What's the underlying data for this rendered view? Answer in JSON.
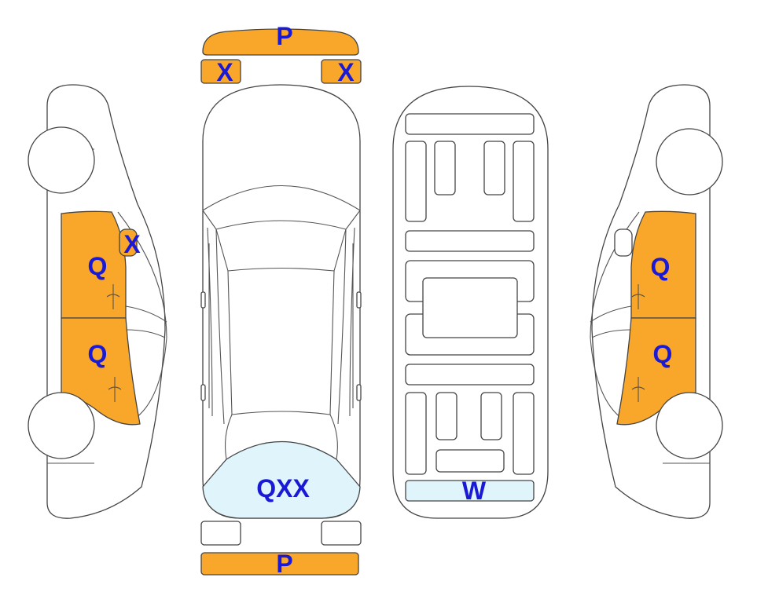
{
  "colors": {
    "damaged": "#f9a72b",
    "highlight": "#dff4fb",
    "outline": "#444444",
    "label": "#1a1ad6"
  },
  "parts": {
    "front_bumper": "P",
    "headlight_left": "X",
    "headlight_right": "X",
    "left_front_door": "Q",
    "left_mirror": "X",
    "left_rear_door": "Q",
    "rear_window": "QXX",
    "rear_bumper": "P",
    "trunk_floor": "W",
    "right_front_door": "Q",
    "right_rear_door": "Q"
  }
}
